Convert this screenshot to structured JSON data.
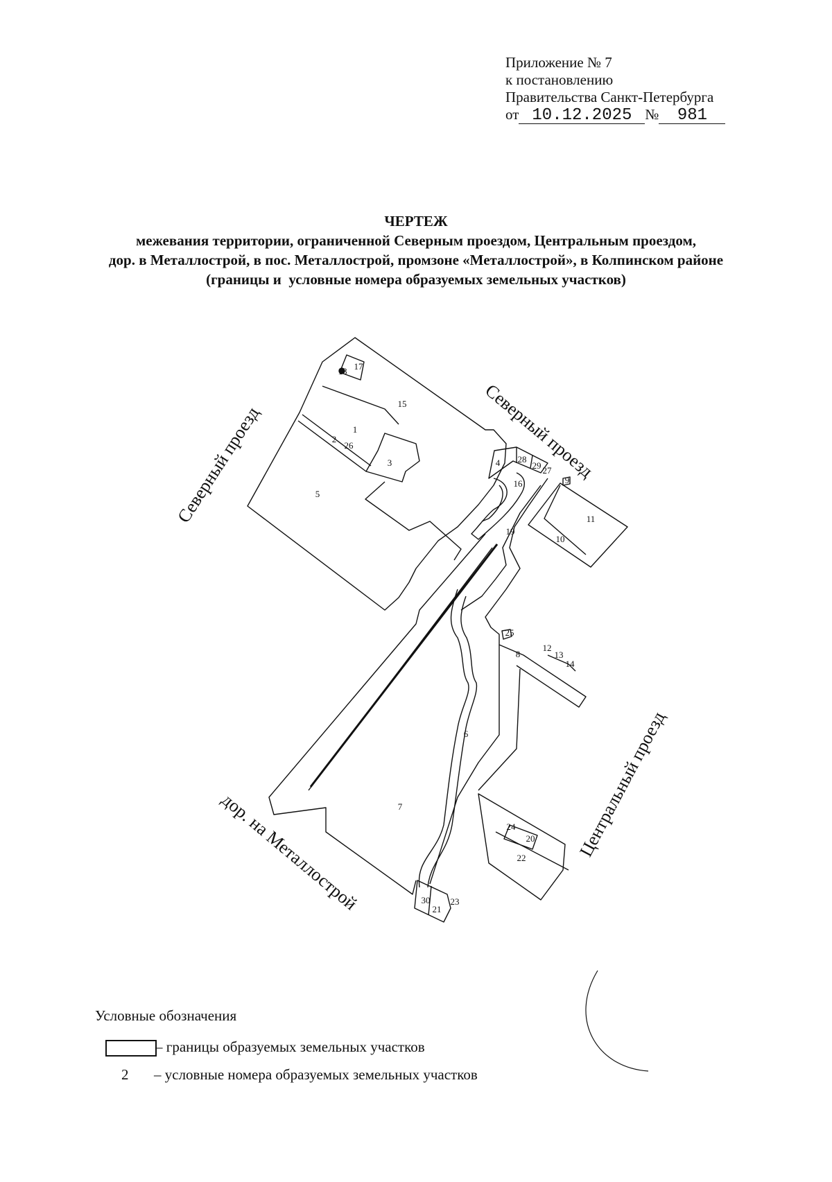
{
  "header": {
    "line1": "Приложение № 7",
    "line2": "к постановлению",
    "line3": "Правительства Санкт-Петербурга",
    "from_label": "от",
    "date": "10.12.2025",
    "number_label": "№",
    "number": "981"
  },
  "title": {
    "heading": "ЧЕРТЕЖ",
    "line1": "межевания территории, ограниченной Северным проездом, Центральным проездом,",
    "line2": "дор. в Металлострой, в пос. Металлострой, промзоне «Металлострой», в Колпинском районе",
    "line3": "(границы и  условные номера образуемых земельных участков)"
  },
  "map": {
    "streets": {
      "severny_left": "Северный проезд",
      "severny_top": "Северный проезд",
      "centralny": "Центральный проезд",
      "road_metallostroy": "дор. на Металлострой"
    },
    "parcels": [
      "1",
      "2",
      "3",
      "4",
      "5",
      "6",
      "7",
      "8",
      "9",
      "10",
      "11",
      "12",
      "13",
      "14",
      "15",
      "16",
      "17",
      "18",
      "19",
      "20",
      "21",
      "22",
      "23",
      "24",
      "25",
      "26",
      "27",
      "28",
      "29",
      "30"
    ]
  },
  "legend": {
    "title": "Условные обозначения",
    "boundary_text": "– границы образуемых земельных участков",
    "number_sample": "2",
    "number_text": "– условные номера образуемых земельных участков"
  }
}
